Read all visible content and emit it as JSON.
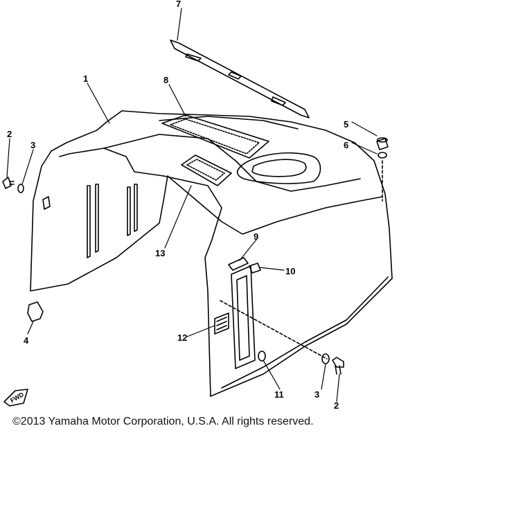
{
  "callouts": {
    "c1": "1",
    "c2_left": "2",
    "c3_left": "3",
    "c4": "4",
    "c5": "5",
    "c6": "6",
    "c7": "7",
    "c8": "8",
    "c9": "9",
    "c10": "10",
    "c11": "11",
    "c12": "12",
    "c13": "13",
    "c3_right": "3",
    "c2_right": "2"
  },
  "fwd_label": "FWD",
  "copyright": "©2013 Yamaha Motor Corporation, U.S.A. All rights reserved."
}
